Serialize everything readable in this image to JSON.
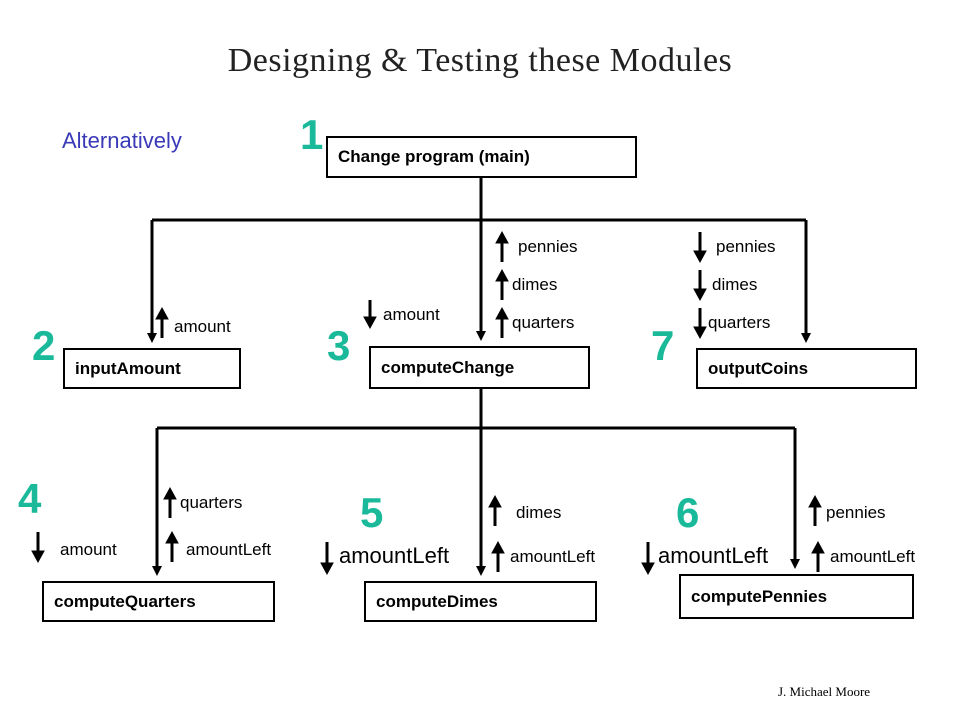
{
  "title": "Designing & Testing these Modules",
  "note": "Alternatively",
  "credit": "J. Michael Moore",
  "modules": {
    "main": {
      "number": "1",
      "name": "Change program (main)"
    },
    "inputAmount": {
      "number": "2",
      "name": "inputAmount",
      "params": [
        "amount"
      ]
    },
    "computeChange": {
      "number": "3",
      "name": "computeChange",
      "params": [
        "amount",
        "pennies",
        "dimes",
        "quarters"
      ]
    },
    "outputCoins": {
      "number": "7",
      "name": "outputCoins",
      "params": [
        "pennies",
        "dimes",
        "quarters"
      ]
    },
    "computeQuarters": {
      "number": "4",
      "name": "computeQuarters",
      "params": [
        "quarters",
        "amount",
        "amountLeft"
      ]
    },
    "computeDimes": {
      "number": "5",
      "name": "computeDimes",
      "params": [
        "dimes",
        "amountLeft",
        "amountLeft"
      ]
    },
    "computePennies": {
      "number": "6",
      "name": "computePennies",
      "params": [
        "pennies",
        "amountLeft",
        "amountLeft"
      ]
    }
  }
}
